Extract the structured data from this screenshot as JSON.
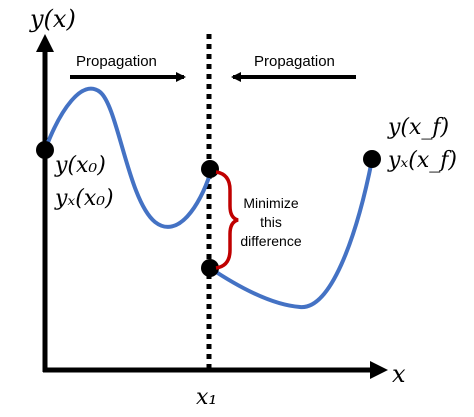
{
  "axes": {
    "y_label": "y(x)",
    "x_label": "x"
  },
  "propagation": {
    "left_label": "Propagation",
    "right_label": "Propagation"
  },
  "points": {
    "start_value": "y(x₀)",
    "start_derivative": "yₓ(x₀)",
    "end_value": "y(x_f)",
    "end_derivative": "yₓ(x_f)"
  },
  "split": {
    "x_label": "x₁"
  },
  "annotation": {
    "line1": "Minimize",
    "line2": "this",
    "line3": "difference"
  },
  "colors": {
    "curve": "#4472c4",
    "brace": "#c00000",
    "ink": "#000000"
  }
}
